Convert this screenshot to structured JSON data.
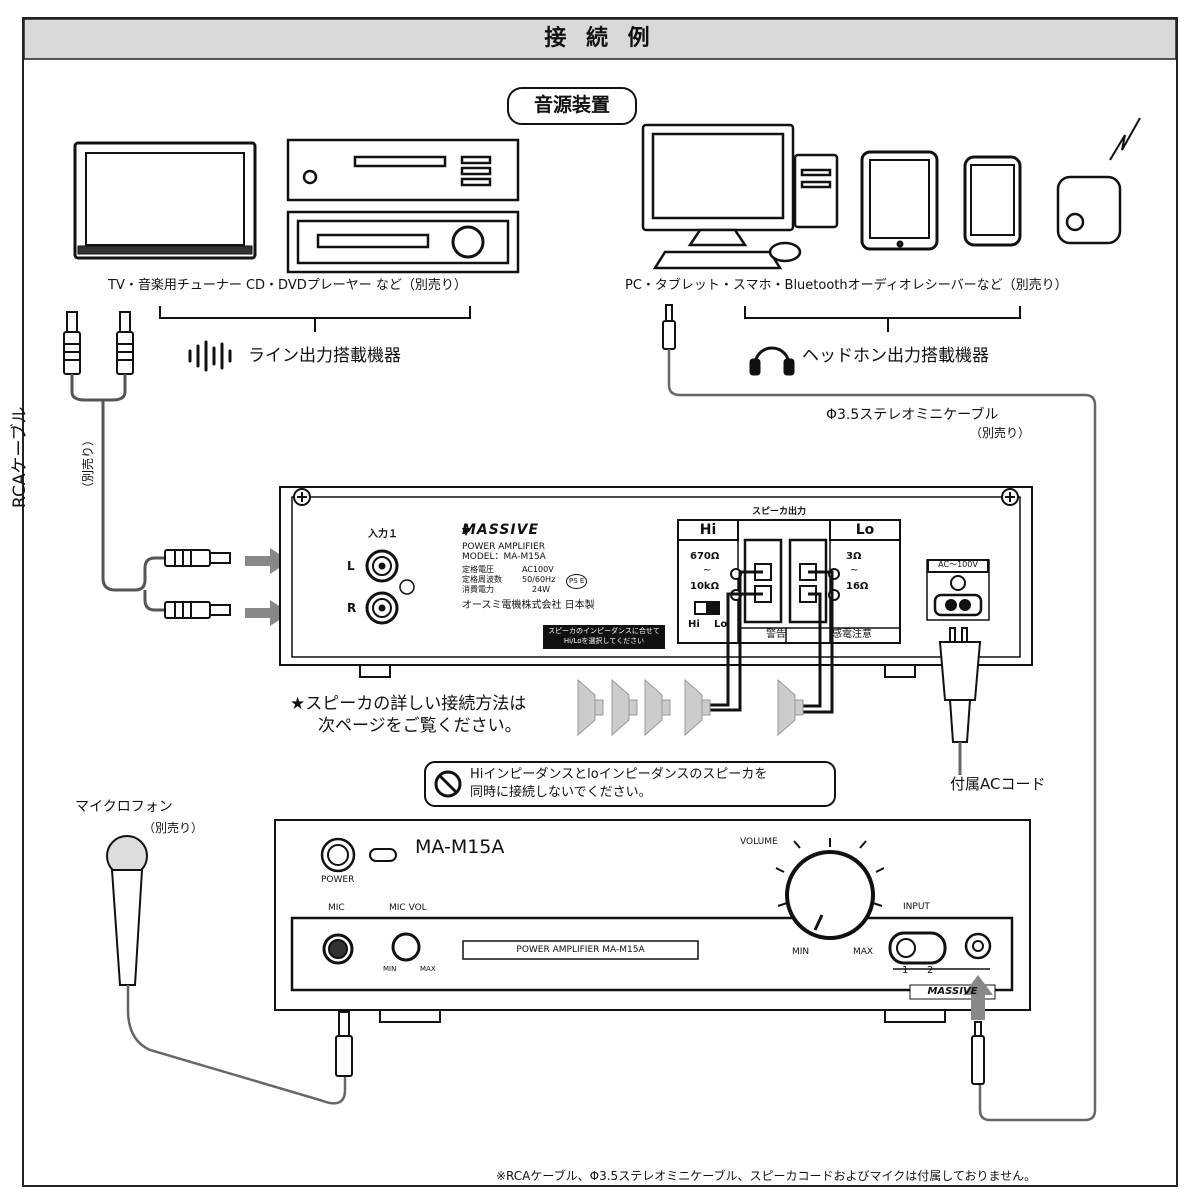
{
  "header": {
    "title": "接 続 例"
  },
  "source": {
    "label": "音源装置",
    "left_caption": "TV・音楽用チューナー CD・DVDプレーヤー など（別売り）",
    "right_caption": "PC・タブレット・スマホ・Bluetoothオーディオレシーバーなど（別売り）",
    "line_out": "ライン出力搭載機器",
    "headphone_out": "ヘッドホン出力搭載機器"
  },
  "cables": {
    "rca": "RCAケーブル",
    "rca_note": "（別売り）",
    "mini": "Φ3.5ステレオミニケーブル",
    "mini_note": "（別売り）"
  },
  "rear_panel": {
    "input1": "入力１",
    "l": "L",
    "r": "R",
    "brand": "MASSIVE",
    "product": "POWER AMPLIFIER",
    "model": "MODEL：MA-M15A",
    "spec_voltage": "定格電圧",
    "spec_voltage_val": "AC100V",
    "spec_freq": "定格周波数",
    "spec_freq_val": "50/60Hz",
    "spec_power": "消費電力",
    "spec_power_val": "24W",
    "pse": "PS E",
    "maker": "オースミ電機株式会社 日本製",
    "speaker_out": "スピーカ出力",
    "hi": "Hi",
    "lo": "Lo",
    "hi_ohm1": "670Ω",
    "hi_tilde": "~",
    "hi_ohm2": "10kΩ",
    "lo_ohm1": "3Ω",
    "lo_tilde": "~",
    "lo_ohm2": "16Ω",
    "switch_hi": "Hi",
    "switch_lo": "Lo",
    "warning": "警告",
    "shock": "感電注意",
    "impedance_note1": "スピーカのインピーダンスに合せて",
    "impedance_note2": "Hi/Loを選択してください",
    "ac_label": "AC～100V"
  },
  "notes": {
    "speaker_line1": "★スピーカの詳しい接続方法は",
    "speaker_line2": "次ページをご覧ください。",
    "no_mix_line1": "Hiインピーダンスとloインピーダンスのスピーカを",
    "no_mix_line2": "同時に接続しないでください。",
    "ac_cord": "付属ACコード",
    "footer": "※RCAケーブル、Φ3.5ステレオミニケーブル、スピーカコードおよびマイクは付属しておりません。"
  },
  "mic": {
    "label": "マイクロフォン",
    "note": "（別売り）"
  },
  "front_panel": {
    "model": "MA-M15A",
    "power": "POWER",
    "volume": "VOLUME",
    "mic": "MIC",
    "mic_vol": "MIC VOL",
    "min_small": "MIN",
    "max_small": "MAX",
    "display": "POWER AMPLIFIER   MA-M15A",
    "min": "MIN",
    "max": "MAX",
    "input": "INPUT",
    "in1": "1",
    "in2": "2",
    "brand": "MASSIVE"
  }
}
